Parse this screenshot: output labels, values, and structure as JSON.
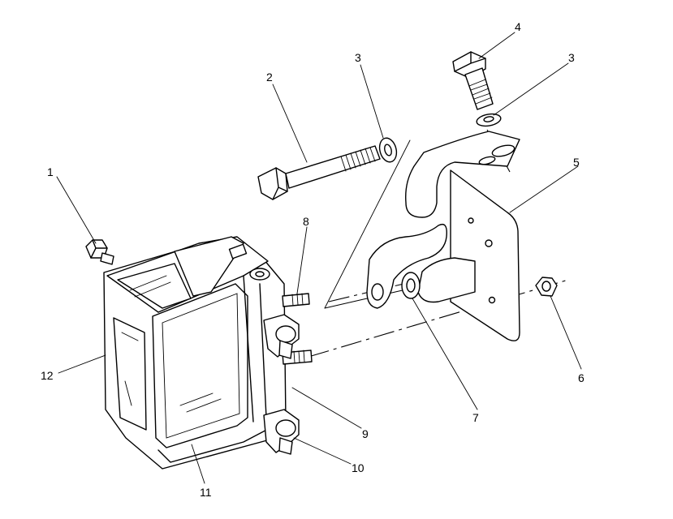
{
  "callouts": [
    {
      "id": "c1",
      "text": "1"
    },
    {
      "id": "c2",
      "text": "2"
    },
    {
      "id": "c3a",
      "text": "3"
    },
    {
      "id": "c3b",
      "text": "3"
    },
    {
      "id": "c4",
      "text": "4"
    },
    {
      "id": "c5",
      "text": "5"
    },
    {
      "id": "c6",
      "text": "6"
    },
    {
      "id": "c7",
      "text": "7"
    },
    {
      "id": "c8",
      "text": "8"
    },
    {
      "id": "c9",
      "text": "9"
    },
    {
      "id": "c10",
      "text": "10"
    },
    {
      "id": "c11",
      "text": "11"
    },
    {
      "id": "c12",
      "text": "12"
    }
  ]
}
